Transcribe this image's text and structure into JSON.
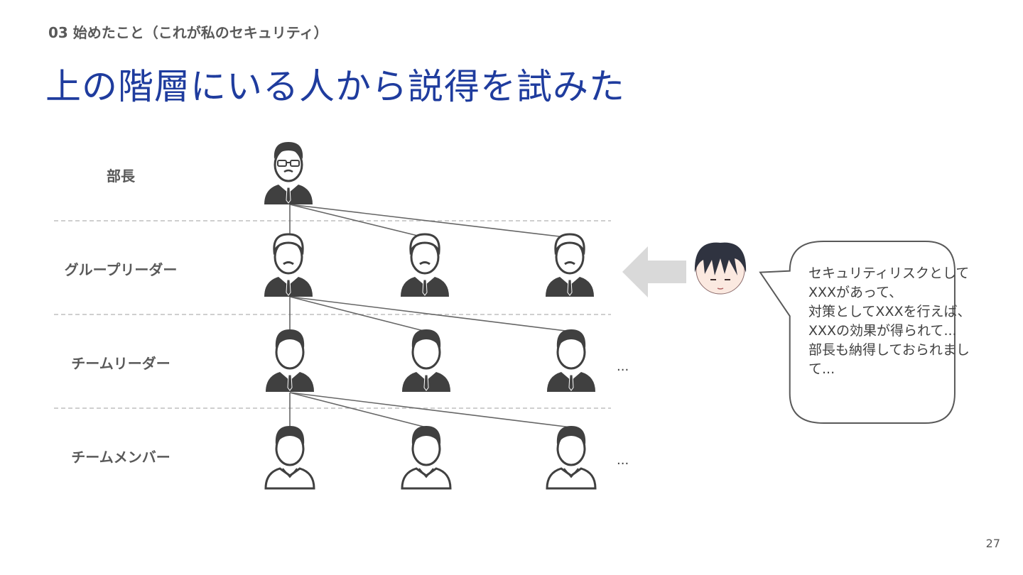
{
  "header": {
    "section": "03 始めたこと（これが私のセキュリティ）",
    "title": "上の階層にいる人から説得を試みた"
  },
  "hierarchy": {
    "levels": [
      {
        "label": "部長"
      },
      {
        "label": "グループリーダー"
      },
      {
        "label": "チームリーダー"
      },
      {
        "label": "チームメンバー"
      }
    ],
    "ellipsis": "..."
  },
  "speech": {
    "text": "セキュリティリスクとしてXXXがあって、\n対策としてXXXを行えば、XXXの効果が得られて...\n部長も納得しておられまして..."
  },
  "footer": {
    "page": "27"
  },
  "colors": {
    "title": "#1f3c9e",
    "label": "#595959",
    "icon_dark": "#404040",
    "arrow": "#d9d9d9",
    "divider": "#bfbfbf"
  }
}
